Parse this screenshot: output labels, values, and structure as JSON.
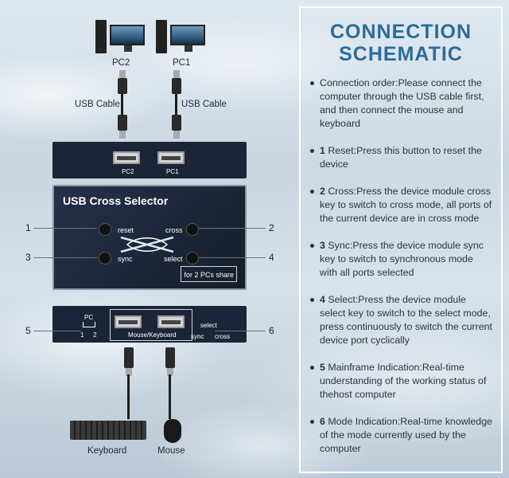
{
  "panel": {
    "title": "CONNECTION SCHEMATIC",
    "items": [
      {
        "num": "",
        "text": "Connection order:Please connect the computer through the USB cable first, and then connect the mouse and keyboard"
      },
      {
        "num": "1",
        "text": "Reset:Press this button to reset the device"
      },
      {
        "num": "2",
        "text": "Cross:Press the device module cross key to switch to cross mode, all ports of the current device are in cross mode"
      },
      {
        "num": "3",
        "text": "Sync:Press the device module sync key to switch to synchronous mode with all ports selected"
      },
      {
        "num": "4",
        "text": "Select:Press the device module select key to switch to the select mode, press continuously to switch the current device port cyclically"
      },
      {
        "num": "5",
        "text": "Mainframe Indication:Real-time understanding of the working status of thehost computer"
      },
      {
        "num": "6",
        "text": "Mode Indication:Real-time knowledge of the mode currently used by the computer"
      }
    ]
  },
  "diagram": {
    "pc2_label": "PC2",
    "pc1_label": "PC1",
    "usb_cable_left": "USB Cable",
    "usb_cable_right": "USB Cable",
    "back_port_pc2": "PC2",
    "back_port_pc1": "PC1",
    "device_title": "USB Cross Selector",
    "btn_reset": "reset",
    "btn_cross": "cross",
    "btn_sync": "sync",
    "btn_select": "select",
    "footer_tag": "for 2 PCs share",
    "callouts": [
      "1",
      "2",
      "3",
      "4",
      "5",
      "6"
    ],
    "front_pc_label": "PC",
    "front_pc_1": "1",
    "front_pc_2": "2",
    "front_ports_label": "Mouse/Keyboard",
    "front_select": "select",
    "front_sync": "sync",
    "front_cross": "cross",
    "keyboard_label": "Keyboard",
    "mouse_label": "Mouse"
  }
}
